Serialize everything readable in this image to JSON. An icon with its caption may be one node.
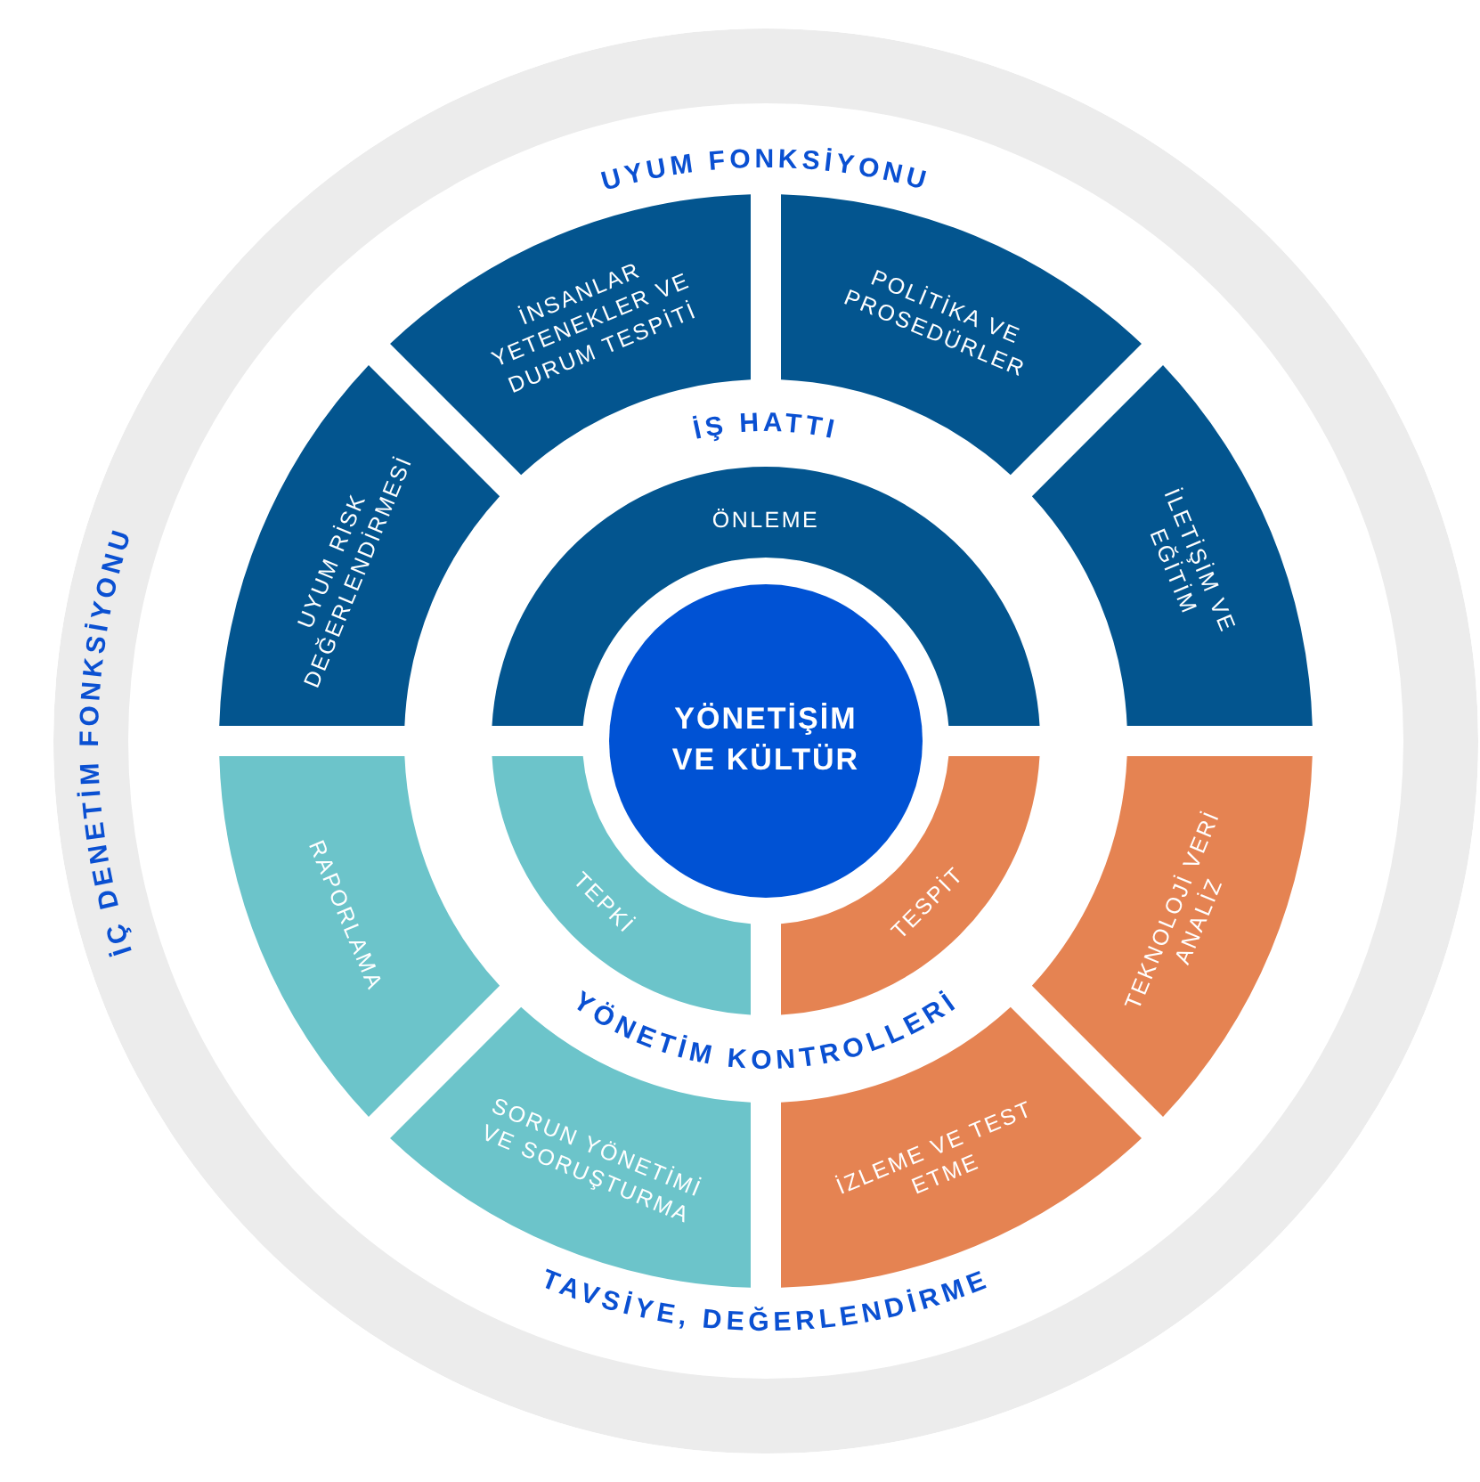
{
  "diagram": {
    "nodes": [
      {
        "text": [
          "İÇ DENETİM FONKSİYONU"
        ]
      },
      {
        "text": [
          "YÖNETİŞİM VE KÜLTÜR"
        ],
        "in": 0
      },
      {
        "text": [
          "ÖNLEME"
        ],
        "in": 0
      },
      {
        "text": [
          "TEPKİ"
        ],
        "in": 0
      },
      {
        "text": [
          "TESPİT"
        ],
        "in": 0
      },
      {
        "text": [
          "UYUM RİSK DEĞERLENDİRMESİ"
        ],
        "in": 0
      },
      {
        "text": [
          "İNSANLAR YETENEKLER VE DURUM TESPİTİ"
        ],
        "in": 0
      },
      {
        "text": [
          "POLİTİKA VE PROSEDÜRLER"
        ],
        "in": 0
      },
      {
        "text": [
          "İLETİŞİM VE EĞİTİM"
        ],
        "in": 0
      },
      {
        "text": [
          "RAPORLAMA"
        ],
        "in": 0
      },
      {
        "text": [
          "TEKNOLOJİ VERİ ANALİZ"
        ],
        "in": 0
      },
      {
        "text": [
          "SORUN YÖNETİMİ VE SORUŞTURMA"
        ],
        "in": 0
      },
      {
        "text": [
          "İZLEME VE TEST ETME"
        ],
        "in": 0
      }
    ],
    "labels": [
      "UYUM FONKSİYONU",
      "İŞ HATTI",
      "YÖNETİM KONTROLLERİ",
      "TAVSİYE, DEĞERLENDİRME"
    ]
  }
}
